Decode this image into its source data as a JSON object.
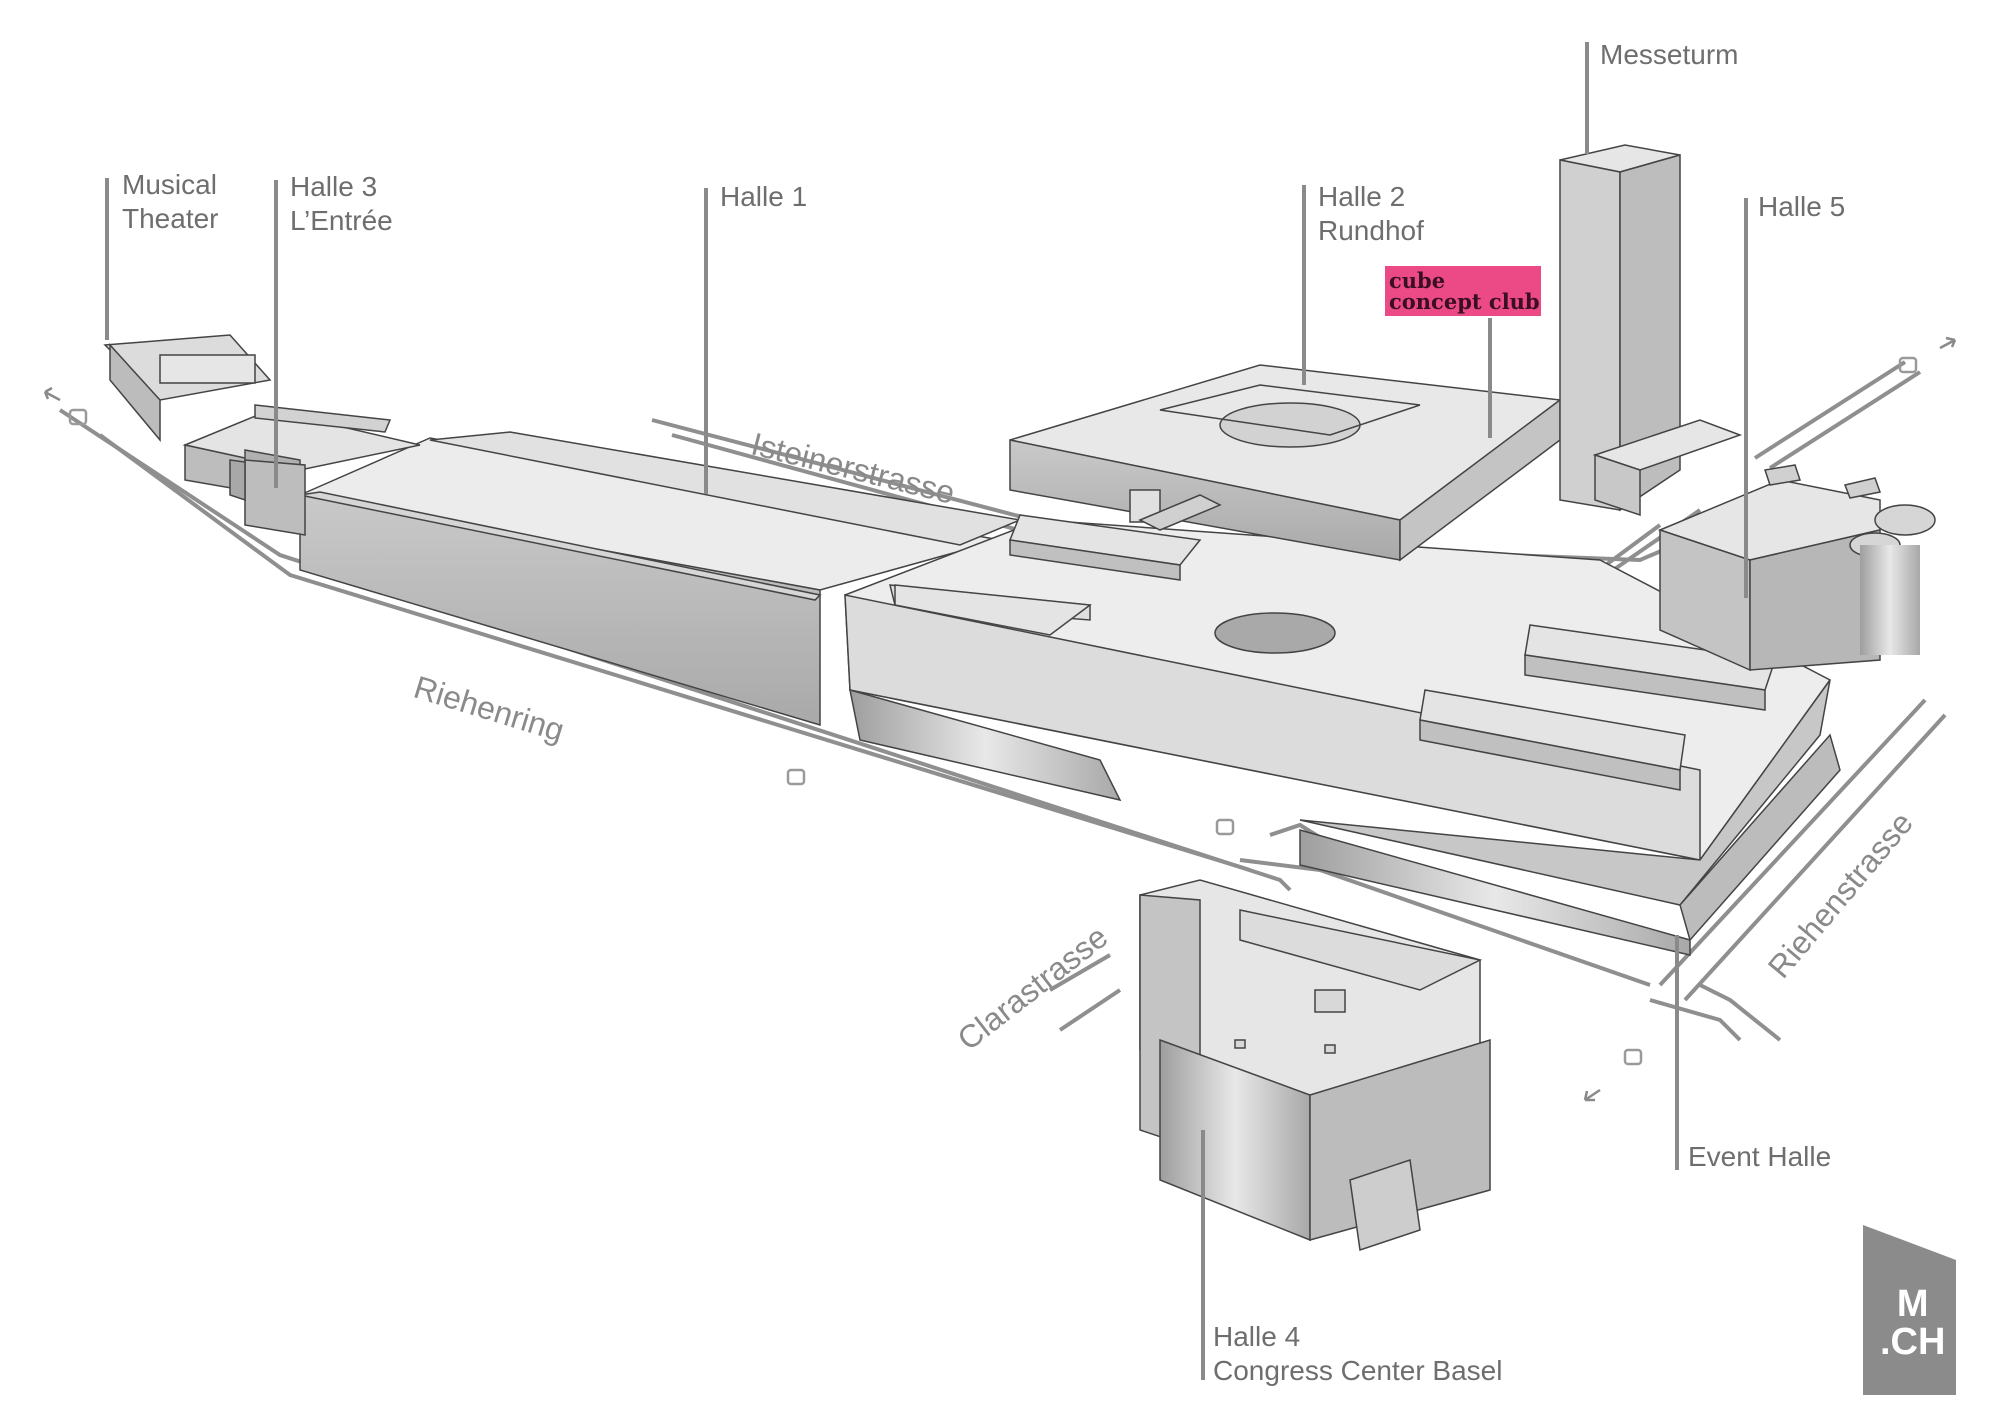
{
  "labels": {
    "musical_theater": [
      "Musical",
      "Theater"
    ],
    "halle3": [
      "Halle 3",
      "L’Entrée"
    ],
    "halle1": "Halle 1",
    "halle2": [
      "Halle 2",
      "Rundhof"
    ],
    "messeturm": "Messeturm",
    "halle5": "Halle 5",
    "event_halle": "Event Halle",
    "halle4": [
      "Halle 4",
      "Congress Center Basel"
    ],
    "cube": [
      "cube",
      "concept club"
    ]
  },
  "streets": {
    "isteinerstrasse": "Isteinerstrasse",
    "riehenring": "Riehenring",
    "clarastrasse": "Clarastrasse",
    "riehenstrasse": "Riehenstrasse"
  },
  "logo": {
    "line1": "M",
    "line2": ".CH"
  },
  "colors": {
    "accent_pink": "#ec4a86",
    "label_gray": "#6e6e6e",
    "street_gray": "#8a8a8a",
    "building_top": "#ececec",
    "building_side": "#bdbdbd",
    "logo_bg": "#8b8b8b"
  },
  "icons": [
    "tram-icon",
    "arrow-icon"
  ]
}
